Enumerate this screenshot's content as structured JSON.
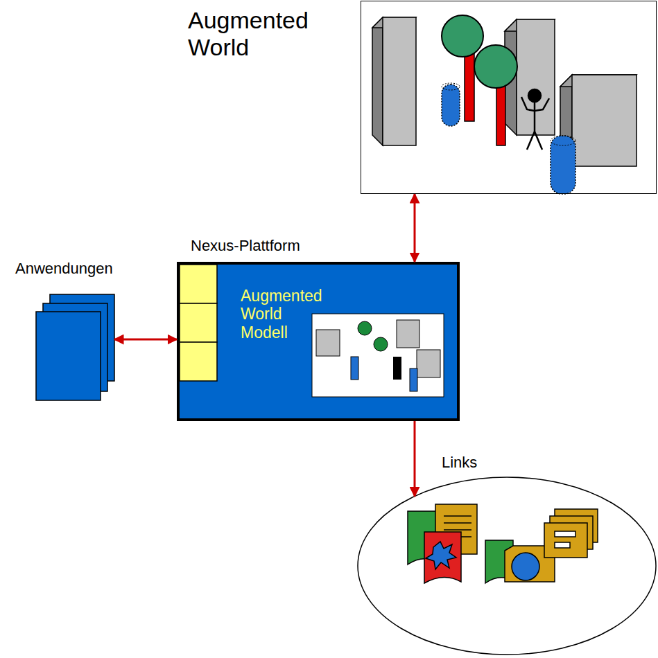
{
  "diagram": {
    "nodes": [
      {
        "text": [
          "Augmented World"
        ]
      },
      {
        "text": [
          "Nexus-Plattform",
          "Augmented World Modell"
        ]
      },
      {
        "text": [
          "Anwendungen"
        ]
      },
      {
        "text": [
          "Links"
        ]
      }
    ],
    "edges": [
      {
        "from": 1,
        "to": 0,
        "arrow": "both"
      },
      {
        "from": 2,
        "to": 1,
        "arrow": "both"
      },
      {
        "from": 1,
        "to": 3,
        "arrow": "to"
      }
    ]
  }
}
